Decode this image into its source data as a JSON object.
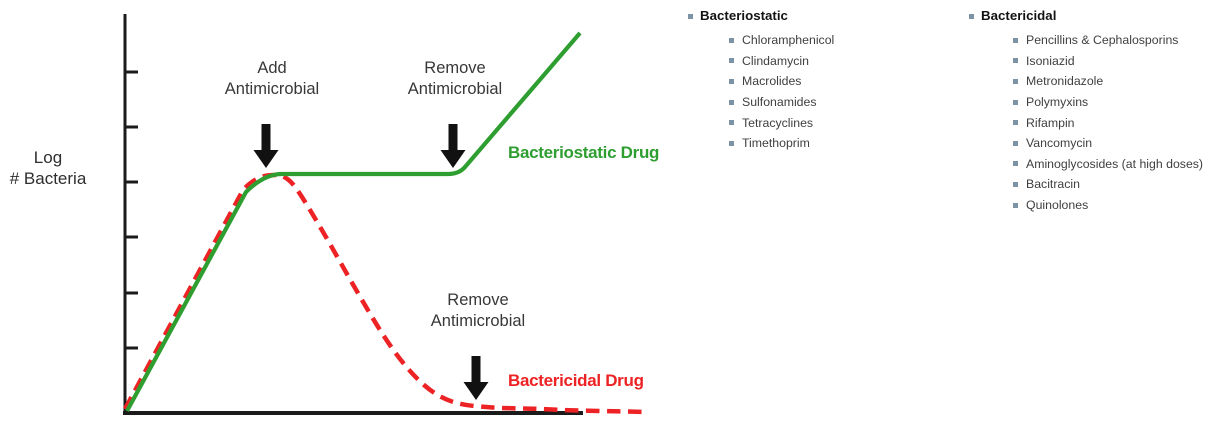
{
  "figure": {
    "y_axis_label": "Log\n# Bacteria",
    "annotations": {
      "add": "Add\nAntimicrobial",
      "remove_top": "Remove\nAntimicrobial",
      "remove_bottom": "Remove\nAntimicrobial"
    },
    "curve_labels": {
      "bacteriostatic": "Bacteriostatic Drug",
      "bactericidal": "Bactericidal Drug"
    }
  },
  "colors": {
    "bacteriostatic_green": "#2f9e31",
    "bactericidal_red": "#ed2224",
    "axis_black": "#1b1b1b",
    "annotation_text": "#383838",
    "list_bullet": "#7b93a4",
    "list_header_text": "#131313",
    "list_item_text": "#3f3f3f"
  },
  "chart_data": {
    "type": "line",
    "title": "",
    "xlabel": "",
    "ylabel": "Log # Bacteria",
    "xlim": [
      0,
      11.5
    ],
    "ylim": [
      0,
      10
    ],
    "grid": false,
    "y_axis_ticks": {
      "count": 6,
      "labels": []
    },
    "legend_position": "inline labels right of curves",
    "series": [
      {
        "name": "Bacteriostatic Drug",
        "color": "#2f9e31",
        "line_style": "solid",
        "x": [
          0,
          2.6,
          3.3,
          7.1,
          7.4,
          9.9
        ],
        "y": [
          0,
          5.6,
          6.0,
          6.0,
          6.15,
          9.6
        ]
      },
      {
        "name": "Bactericidal Drug",
        "color": "#ed2224",
        "line_style": "dashed",
        "x": [
          0,
          2.6,
          3.3,
          4.0,
          4.7,
          5.5,
          6.3,
          7.0,
          7.6,
          8.4,
          9.2,
          11.4
        ],
        "y": [
          0,
          5.6,
          5.95,
          5.2,
          4.0,
          2.8,
          1.5,
          0.6,
          0.25,
          0.12,
          0.08,
          0.02
        ]
      }
    ],
    "annotations": [
      {
        "text": "Add Antimicrobial",
        "arrow": "down",
        "x": 3.1,
        "points_to_y": 6.0
      },
      {
        "text": "Remove Antimicrobial",
        "arrow": "down",
        "x": 7.2,
        "points_to_y": 6.0,
        "series": "Bacteriostatic Drug"
      },
      {
        "text": "Remove Antimicrobial",
        "arrow": "down",
        "x": 7.7,
        "points_to_y": 0.3,
        "series": "Bactericidal Drug"
      }
    ]
  },
  "lists": [
    {
      "title": "Bacteriostatic",
      "items": [
        "Chloramphenicol",
        "Clindamycin",
        "Macrolides",
        "Sulfonamides",
        "Tetracyclines",
        "Timethoprim"
      ]
    },
    {
      "title": "Bactericidal",
      "items": [
        "Pencillins & Cephalosporins",
        "Isoniazid",
        "Metronidazole",
        "Polymyxins",
        "Rifampin",
        "Vancomycin",
        "Aminoglycosides (at high doses)",
        "Bacitracin",
        "Quinolones"
      ]
    }
  ]
}
